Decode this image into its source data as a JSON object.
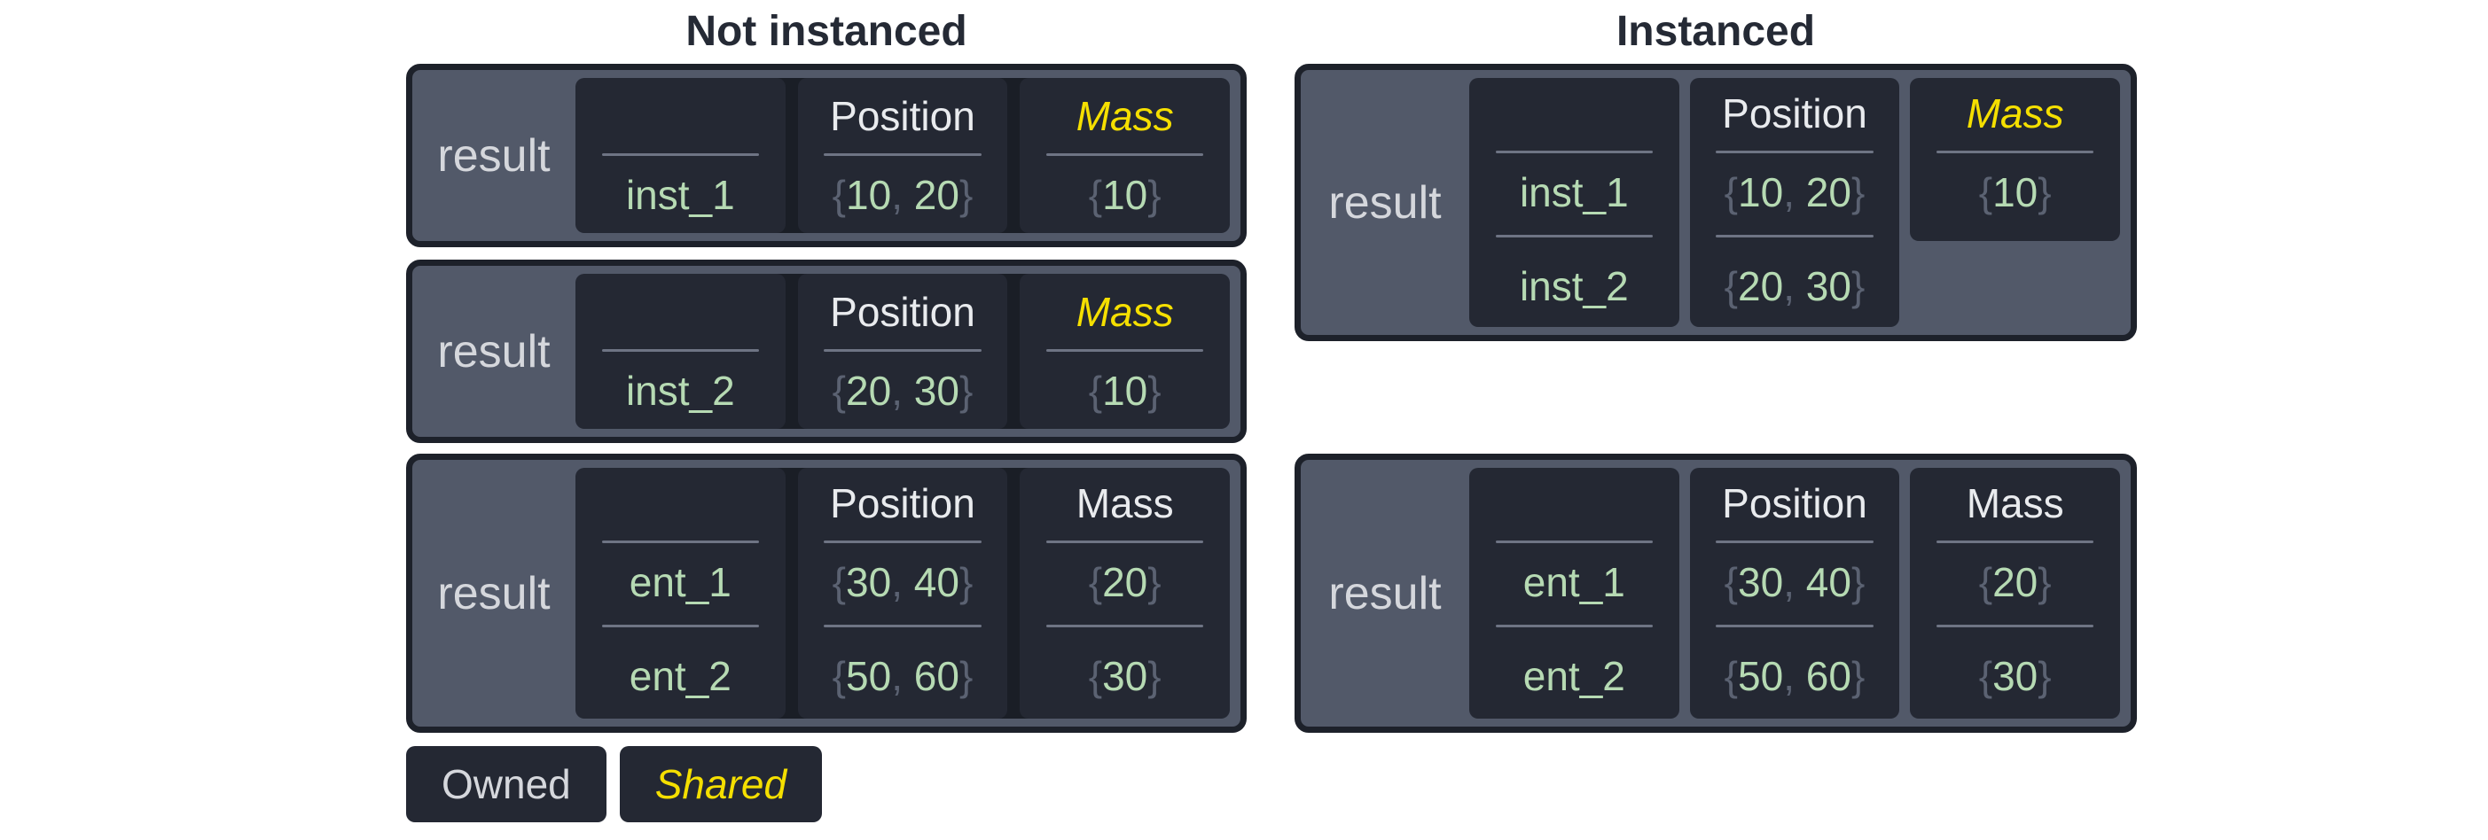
{
  "titles": {
    "left": "Not instanced",
    "right": "Instanced"
  },
  "legend": {
    "owned": "Owned",
    "shared": "Shared"
  },
  "syntax": {
    "open": "{",
    "close": "}",
    "comma": ", "
  },
  "boxes": {
    "ni1": {
      "result_label": "result",
      "cells": [
        {
          "header": "",
          "rows": [
            {
              "name": "inst_1"
            }
          ]
        },
        {
          "header": "Position",
          "rows": [
            {
              "values": [
                "10",
                "20"
              ]
            }
          ]
        },
        {
          "header": "Mass",
          "shared": true,
          "rows": [
            {
              "values": [
                "10"
              ]
            }
          ]
        }
      ]
    },
    "ni2": {
      "result_label": "result",
      "cells": [
        {
          "header": "",
          "rows": [
            {
              "name": "inst_2"
            }
          ]
        },
        {
          "header": "Position",
          "rows": [
            {
              "values": [
                "20",
                "30"
              ]
            }
          ]
        },
        {
          "header": "Mass",
          "shared": true,
          "rows": [
            {
              "values": [
                "10"
              ]
            }
          ]
        }
      ]
    },
    "ni3": {
      "result_label": "result",
      "cells": [
        {
          "header": "",
          "rows": [
            {
              "name": "ent_1"
            },
            {
              "name": "ent_2"
            }
          ]
        },
        {
          "header": "Position",
          "rows": [
            {
              "values": [
                "30",
                "40"
              ]
            },
            {
              "values": [
                "50",
                "60"
              ]
            }
          ]
        },
        {
          "header": "Mass",
          "shared": false,
          "rows": [
            {
              "values": [
                "20"
              ]
            },
            {
              "values": [
                "30"
              ]
            }
          ]
        }
      ]
    },
    "i1": {
      "result_label": "result",
      "cells": [
        {
          "header": "",
          "rows": [
            {
              "name": "inst_1"
            },
            {
              "name": "inst_2"
            }
          ]
        },
        {
          "header": "Position",
          "rows": [
            {
              "values": [
                "10",
                "20"
              ]
            },
            {
              "values": [
                "20",
                "30"
              ]
            }
          ]
        },
        {
          "header": "Mass",
          "shared": true,
          "short": true,
          "rows": [
            {
              "values": [
                "10"
              ]
            }
          ]
        }
      ]
    },
    "i2": {
      "result_label": "result",
      "cells": [
        {
          "header": "",
          "rows": [
            {
              "name": "ent_1"
            },
            {
              "name": "ent_2"
            }
          ]
        },
        {
          "header": "Position",
          "rows": [
            {
              "values": [
                "30",
                "40"
              ]
            },
            {
              "values": [
                "50",
                "60"
              ]
            }
          ]
        },
        {
          "header": "Mass",
          "shared": false,
          "rows": [
            {
              "values": [
                "20"
              ]
            },
            {
              "values": [
                "30"
              ]
            }
          ]
        }
      ]
    }
  },
  "colors": {
    "title-text": "#252a35",
    "box-bg": "#525969",
    "box-border": "#1d212a",
    "cell-bg": "#242833",
    "gap-dark": "#1a1e26",
    "label-text": "#d5d7dc",
    "header-text": "#e9ebee",
    "divider": "#6e7484",
    "value-green": "#b6dab3",
    "brace-gray": "#5b6272",
    "shared-yellow": "#f5df00"
  }
}
